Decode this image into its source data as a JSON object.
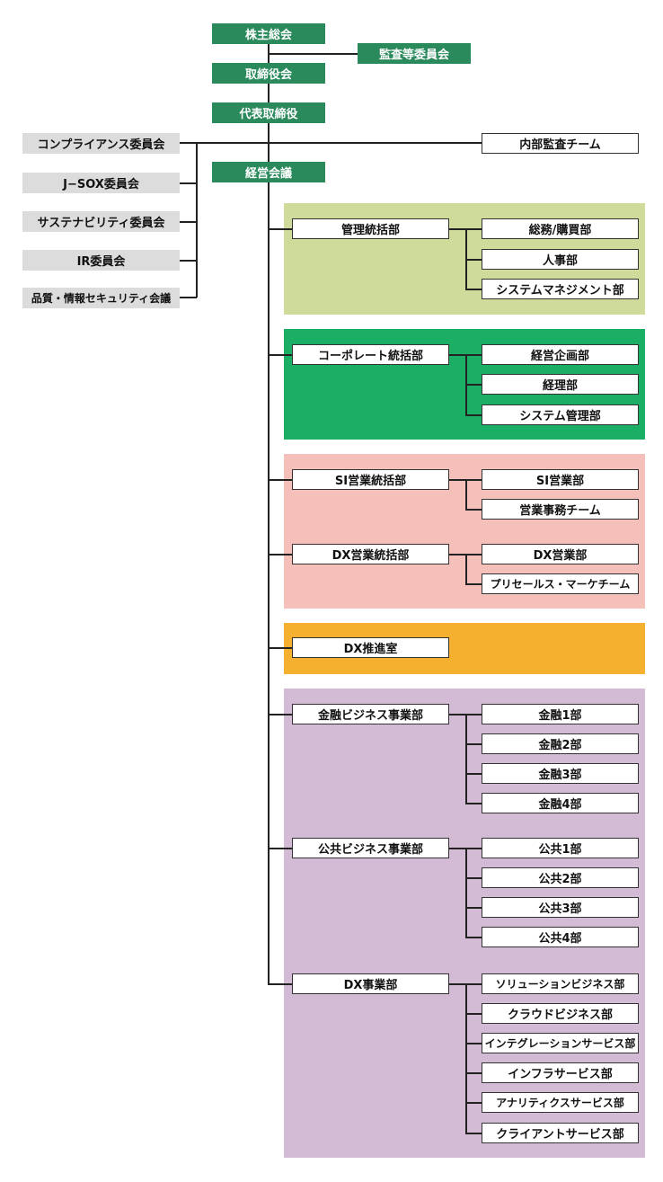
{
  "colors": {
    "governance": "#2a8a5c",
    "committee": "#dcdcdc",
    "admin_panel": "#cfdb9b",
    "corporate_panel": "#1aaf64",
    "sales_panel": "#f4c0b9",
    "dx_office_panel": "#f4b02e",
    "business_panel": "#d3bbd5"
  },
  "top": {
    "shareholders": "株主総会",
    "audit_committee": "監査等委員会",
    "board": "取締役会",
    "representative": "代表取締役",
    "management_meeting": "経営会議",
    "internal_audit": "内部監査チーム"
  },
  "committees": [
    "コンプライアンス委員会",
    "J−SOX委員会",
    "サステナビリティ委員会",
    "IR委員会",
    "品質・情報セキュリティ会議"
  ],
  "admin": {
    "head": "管理統括部",
    "units": [
      "総務/購買部",
      "人事部",
      "システムマネジメント部"
    ]
  },
  "corporate": {
    "head": "コーポレート統括部",
    "units": [
      "経営企画部",
      "経理部",
      "システム管理部"
    ]
  },
  "si_sales": {
    "head": "SI営業統括部",
    "units": [
      "SI営業部",
      "営業事務チーム"
    ]
  },
  "dx_sales": {
    "head": "DX営業統括部",
    "units": [
      "DX営業部",
      "プリセールス・マーケチーム"
    ]
  },
  "dx_office": {
    "head": "DX推進室"
  },
  "finance": {
    "head": "金融ビジネス事業部",
    "units": [
      "金融1部",
      "金融2部",
      "金融3部",
      "金融4部"
    ]
  },
  "public": {
    "head": "公共ビジネス事業部",
    "units": [
      "公共1部",
      "公共2部",
      "公共3部",
      "公共4部"
    ]
  },
  "dx_business": {
    "head": "DX事業部",
    "units": [
      "ソリューションビジネス部",
      "クラウドビジネス部",
      "インテグレーションサービス部",
      "インフラサービス部",
      "アナリティクスサービス部",
      "クライアントサービス部"
    ]
  }
}
